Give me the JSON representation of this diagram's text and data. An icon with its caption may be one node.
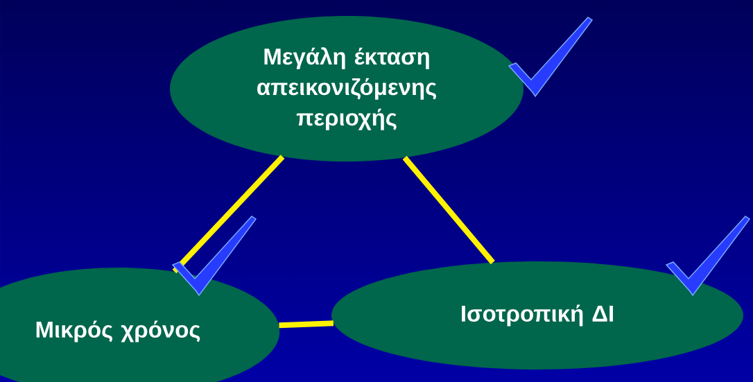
{
  "diagram": {
    "nodes": [
      {
        "text": [
          "Μεγάλη έκταση απεικονιζόμενης περιοχής"
        ]
      },
      {
        "text": [
          "Μικρός χρόνος"
        ]
      },
      {
        "text": [
          "Ισοτροπική ΔΙ"
        ]
      }
    ],
    "edges": [
      {
        "from": 0,
        "to": 1,
        "arrow": "none"
      },
      {
        "from": 0,
        "to": 2,
        "arrow": "none"
      },
      {
        "from": 1,
        "to": 2,
        "arrow": "none"
      }
    ]
  }
}
